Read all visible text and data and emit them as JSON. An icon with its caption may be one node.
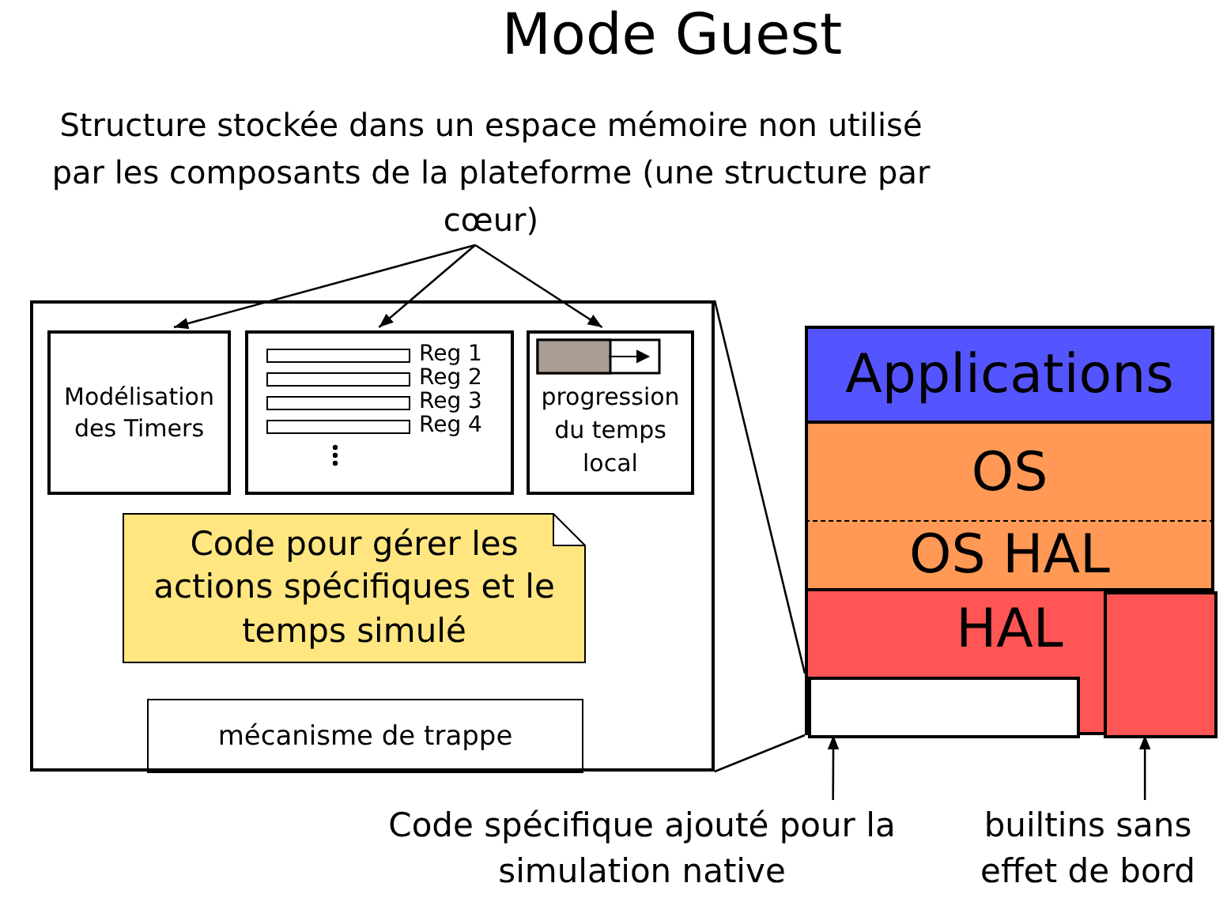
{
  "diagram": {
    "title": "Mode Guest",
    "nodes": [
      {
        "text": [
          "Structure stockée dans un espace mémoire non utilisé par les composants de la plateforme (une structure par cœur)"
        ]
      },
      {
        "text": [],
        "shape": "box"
      },
      {
        "text": [
          "Modélisation des Timers"
        ],
        "in": 1
      },
      {
        "text": [
          "Reg 1",
          "Reg 2",
          "Reg 3",
          "Reg 4"
        ],
        "in": 1
      },
      {
        "text": [
          "progression du temps local"
        ],
        "in": 1
      },
      {
        "text": [
          "Code pour gérer les actions spécifiques et le temps simulé"
        ],
        "in": 1
      },
      {
        "text": [
          "mécanisme de trappe"
        ],
        "in": 1
      },
      {
        "text": [
          "Applications"
        ]
      },
      {
        "text": [
          "OS"
        ]
      },
      {
        "text": [
          "OS HAL"
        ]
      },
      {
        "text": [
          "HAL"
        ]
      },
      {
        "text": [],
        "shape": "box",
        "in": 10
      },
      {
        "text": [],
        "shape": "box",
        "in": 10
      },
      {
        "text": [
          "Code spécifique ajouté pour la simulation native"
        ]
      },
      {
        "text": [
          "builtins sans effet de bord"
        ]
      }
    ],
    "edges": [
      {
        "from": 0,
        "to": 2,
        "arrow": "to"
      },
      {
        "from": 0,
        "to": 3,
        "arrow": "to"
      },
      {
        "from": 0,
        "to": 4,
        "arrow": "to"
      },
      {
        "from": 1,
        "to": 11,
        "arrow": "none"
      },
      {
        "from": 1,
        "to": 11,
        "arrow": "none"
      },
      {
        "from": 13,
        "to": 11,
        "arrow": "to"
      },
      {
        "from": 14,
        "to": 12,
        "arrow": "to"
      }
    ]
  }
}
